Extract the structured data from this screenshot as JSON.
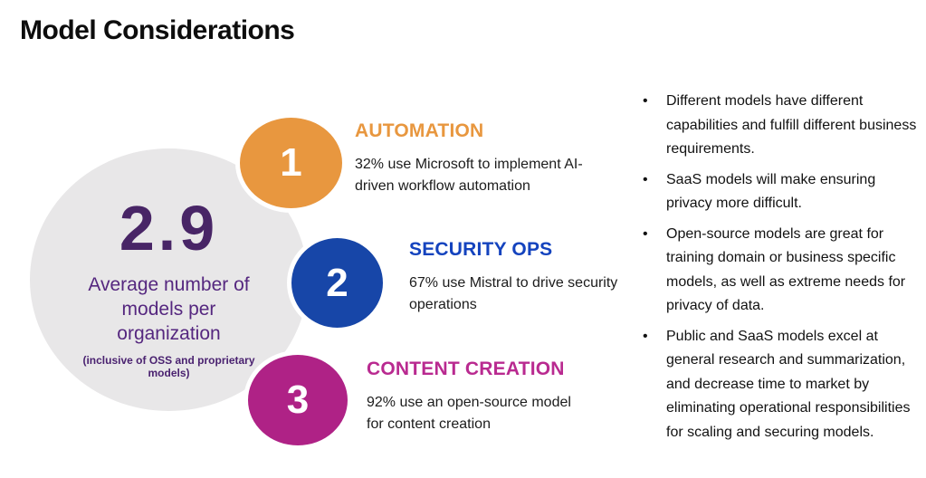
{
  "title": "Model Considerations",
  "colors": {
    "stat_circle_bg": "#E8E7E8",
    "stat_value": "#482566",
    "stat_label": "#55277F",
    "stat_sublabel": "#4A2270",
    "step1_accent": "#E8973F",
    "step2_badge": "#1746A8",
    "step2_heading": "#1443BE",
    "step3_badge": "#AF2286",
    "step3_heading": "#B92A90",
    "badge_number": "#FFFFFF",
    "body_text": "#1C1C1C",
    "title_text": "#0D0D0D"
  },
  "stat": {
    "value": "2.9",
    "label": "Average number of models per organization",
    "sublabel": "(inclusive of OSS and proprietary models)"
  },
  "steps": [
    {
      "number": "1",
      "heading": "AUTOMATION",
      "description": "32% use Microsoft to implement AI-driven workflow automation",
      "badge_color": "#E8973F",
      "heading_color": "#E8973F"
    },
    {
      "number": "2",
      "heading": "SECURITY OPS",
      "description": "67% use Mistral to drive security operations",
      "badge_color": "#1746A8",
      "heading_color": "#1443BE"
    },
    {
      "number": "3",
      "heading": "CONTENT CREATION",
      "description": "92% use an open-source model for content creation",
      "badge_color": "#AF2286",
      "heading_color": "#B92A90"
    }
  ],
  "bullet_glyph": "•",
  "notes": [
    "Different models have different capabilities and fulfill different business requirements.",
    "SaaS models will make ensuring privacy more difficult.",
    "Open-source models are great for training domain or business specific models, as well as extreme needs for privacy of data.",
    "Public and SaaS models excel at general research and summarization, and decrease time to market by eliminating operational responsibilities for scaling and securing models."
  ]
}
